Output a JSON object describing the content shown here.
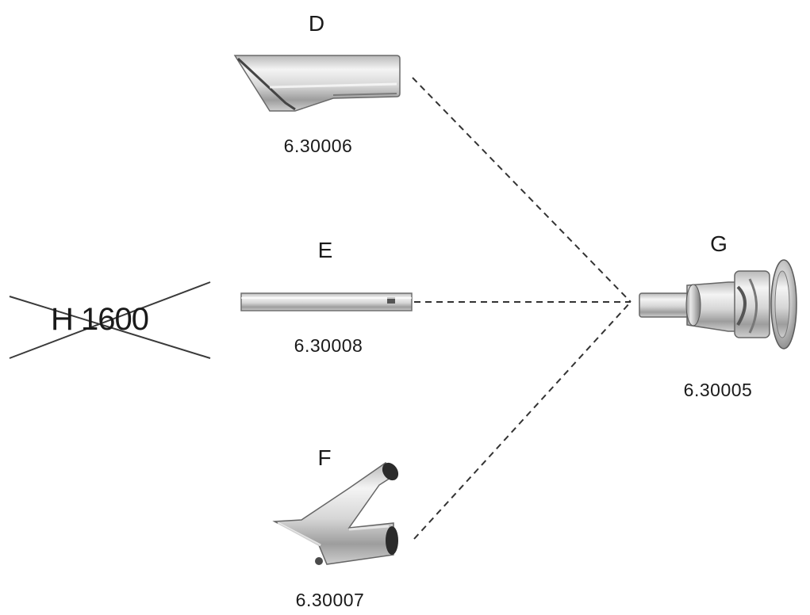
{
  "diagram": {
    "parts": [
      {
        "id": "D",
        "letter": "D",
        "code": "6.30006"
      },
      {
        "id": "E",
        "letter": "E",
        "code": "6.30008"
      },
      {
        "id": "F",
        "letter": "F",
        "code": "6.30007"
      },
      {
        "id": "G",
        "letter": "G",
        "code": "6.30005"
      }
    ],
    "excluded_model": "H 1600",
    "connector_style": "dashed"
  }
}
